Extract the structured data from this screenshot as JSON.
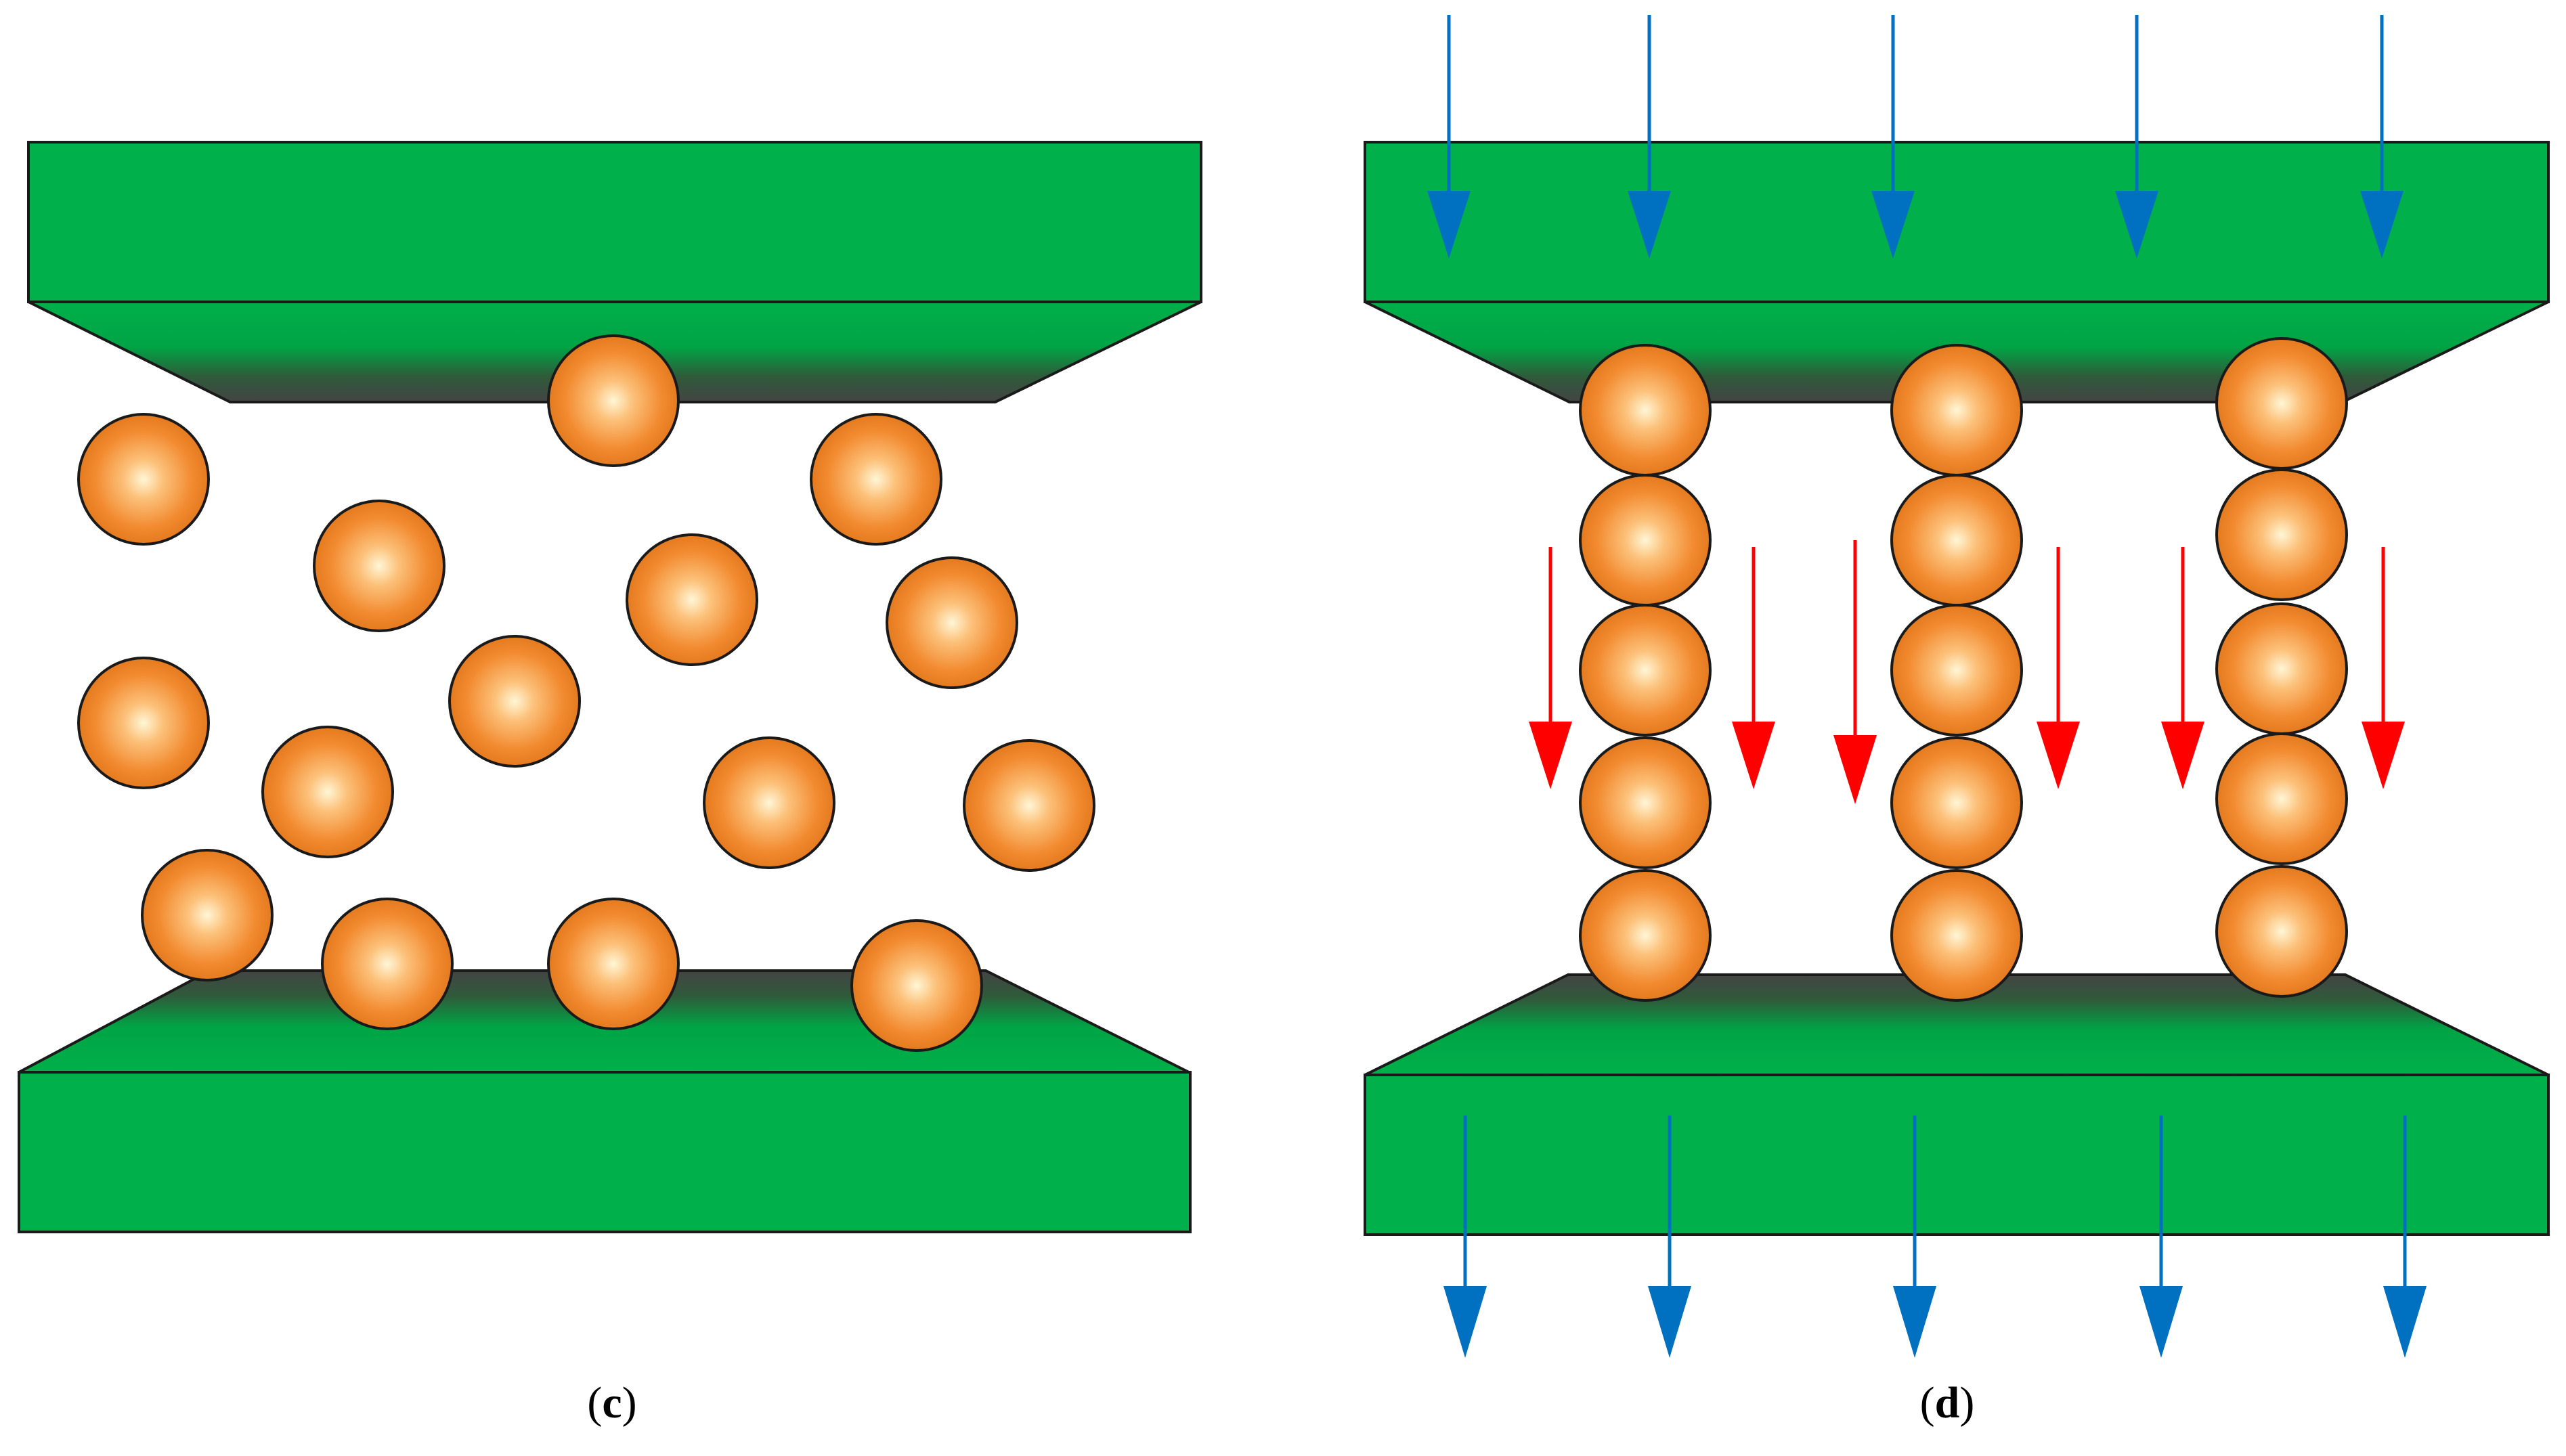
{
  "captions": {
    "panel_c": "c",
    "panel_d": "d"
  },
  "colors": {
    "plate": "#00b04a",
    "plate_stroke": "#1a1a1a",
    "contact_surface": "#444444",
    "particle": "#f08a2c",
    "particle_core": "#fff4cc",
    "field_arrow": "#0070c0",
    "current_arrow": "#ff0000"
  },
  "icons": {
    "field_arrow": "arrow-down-blue-icon",
    "current_arrow": "arrow-down-red-icon",
    "particle": "sphere-particle-icon"
  },
  "panel_c": {
    "state": "random particle dispersion between plates"
  },
  "panel_d": {
    "state": "particle chains aligned between plates under field"
  }
}
